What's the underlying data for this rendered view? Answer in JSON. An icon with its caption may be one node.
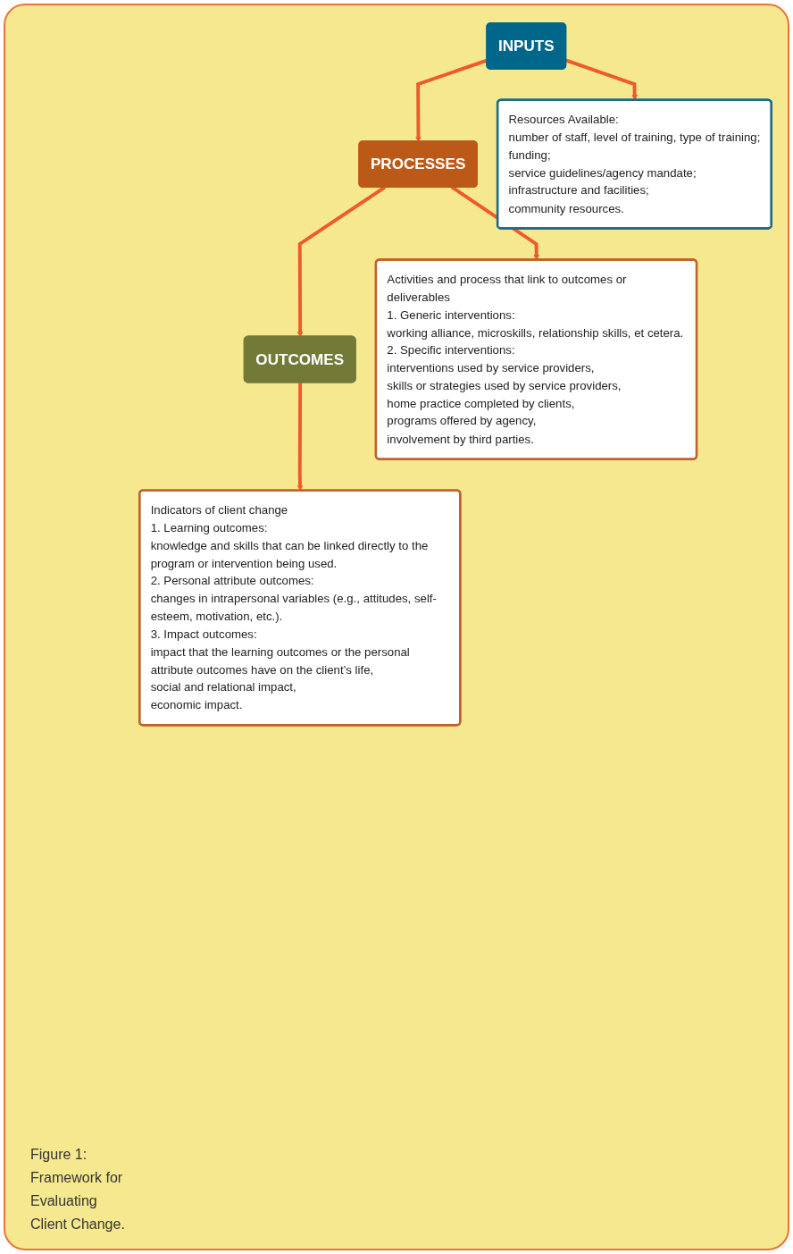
{
  "diagram": {
    "caption": "Figure 1: Framework for Evaluating Client Change.",
    "nodes": [
      {
        "text": [
          "INPUTS"
        ]
      },
      {
        "text": [
          "PROCESSES"
        ]
      },
      {
        "text": [
          "OUTCOMES"
        ]
      },
      {
        "text": [
          "Resources Available:",
          "number of staff, level of training, type of training;",
          "funding;",
          "service guidelines/agency mandate;",
          "infrastructure and facilities;",
          "community resources."
        ]
      },
      {
        "text": [
          "Activities and process that link to outcomes or deliverables",
          "1. Generic interventions:",
          "working alliance, microskills, relationship skills, et cetera.",
          "2. Specific interventions:",
          "interventions used by service providers,",
          "skills or strategies used by service providers,",
          "home practice completed by clients,",
          "programs offered by agency,",
          "involvement by third parties."
        ]
      },
      {
        "text": [
          "Indicators of client change",
          "1. Learning outcomes:",
          "knowledge and skills that can be linked directly to the program or intervention being used.",
          "2. Personal attribute outcomes:",
          "changes in intrapersonal variables (e.g., attitudes, self-esteem, motivation, etc.).",
          "3. Impact outcomes:",
          "impact that the learning outcomes or the personal attribute outcomes have on the client’s life,",
          "social and relational impact,",
          "economic impact."
        ]
      }
    ],
    "edges": [
      {
        "from": 0,
        "to": 1,
        "arrow": "to"
      },
      {
        "from": 1,
        "to": 2,
        "arrow": "to"
      },
      {
        "from": 0,
        "to": 3,
        "arrow": "to"
      },
      {
        "from": 1,
        "to": 4,
        "arrow": "to"
      },
      {
        "from": 2,
        "to": 5,
        "arrow": "to"
      }
    ]
  }
}
